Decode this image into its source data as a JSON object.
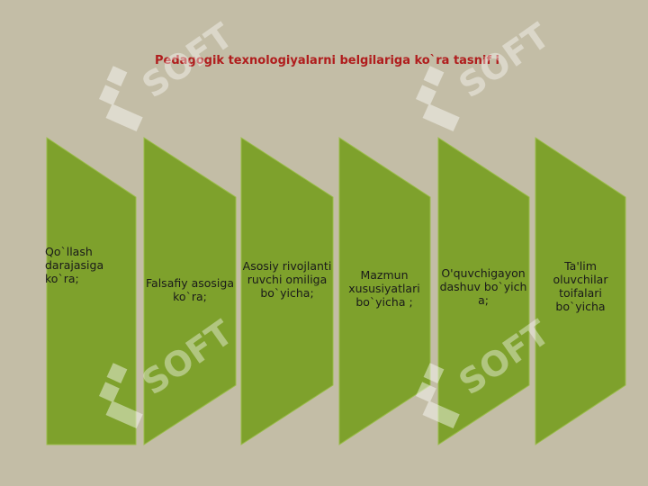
{
  "title": "Pedagogik texnologiyalarni  belgilariga ko`ra tasnif i",
  "items": [
    {
      "label": "Qo`llash darajasiga ko`ra;"
    },
    {
      "label": "Falsafiy asosiga ko`ra;"
    },
    {
      "label": "Asosiy rivojlantiruvchi omiliga bo`yicha;"
    },
    {
      "label": "Mazmun xususiyatlari bo`yicha ;"
    },
    {
      "label": "O'quvchigayondashuv bo`yicha;"
    },
    {
      "label": "Ta'lim oluvchilar toifalari bo`yicha"
    }
  ],
  "watermark": {
    "text": "SOFT"
  },
  "colors": {
    "shape_fill": "#7ea12c",
    "shape_stroke": "#9bbd4a",
    "title": "#b01d1d",
    "background": "#c3bda6"
  }
}
